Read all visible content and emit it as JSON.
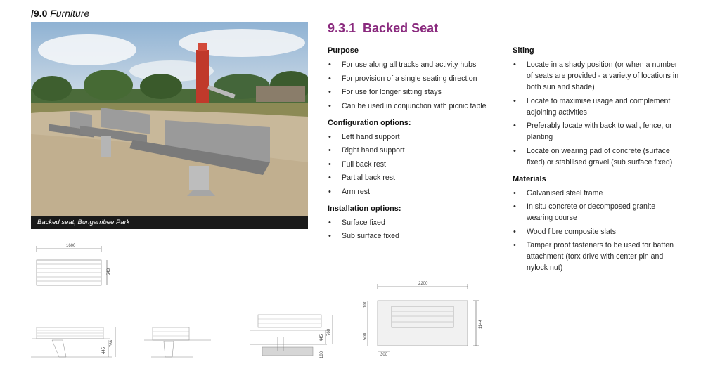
{
  "section": {
    "number": "/9.0",
    "name": "Furniture"
  },
  "photo": {
    "caption": "Backed seat, Bungarribee Park"
  },
  "heading": {
    "number": "9.3.1",
    "title": "Backed Seat"
  },
  "purpose": {
    "title": "Purpose",
    "items": [
      "For use along all tracks and activity hubs",
      "For provision of a single seating direction",
      "For use for longer sitting stays",
      "Can be used in conjunction with picnic table"
    ]
  },
  "configuration": {
    "title": "Configuration options:",
    "items": [
      "Left hand support",
      "Right hand support",
      "Full back rest",
      "Partial back rest",
      "Arm rest"
    ]
  },
  "installation": {
    "title": "Installation options:",
    "items": [
      "Surface fixed",
      "Sub surface fixed"
    ]
  },
  "siting": {
    "title": "Siting",
    "items": [
      "Locate in a shady position (or when a number of seats are provided - a variety of locations in both sun and shade)",
      "Locate to maximise usage and complement adjoining activities",
      "Preferably locate with back to wall, fence, or planting",
      "Locate on wearing pad of concrete (surface fixed) or stabilised gravel (sub surface fixed)"
    ]
  },
  "materials": {
    "title": "Materials",
    "items": [
      "Galvanised steel frame",
      "In situ concrete or decomposed granite wearing course",
      "Wood fibre composite slats",
      "Tamper proof fasteners to be used for batten attachment (torx drive with center pin and nylock nut)"
    ]
  },
  "drawings": {
    "plan_width": "1600",
    "plan_depth": "543",
    "elev_seat_height": "445",
    "elev_total_height": "768",
    "sub_seat_height": "445",
    "sub_total_height": "768",
    "sub_footing": "100",
    "pad_width": "2200",
    "pad_top": "100",
    "pad_depth": "1144",
    "pad_offset": "500",
    "pad_edge": "300"
  }
}
